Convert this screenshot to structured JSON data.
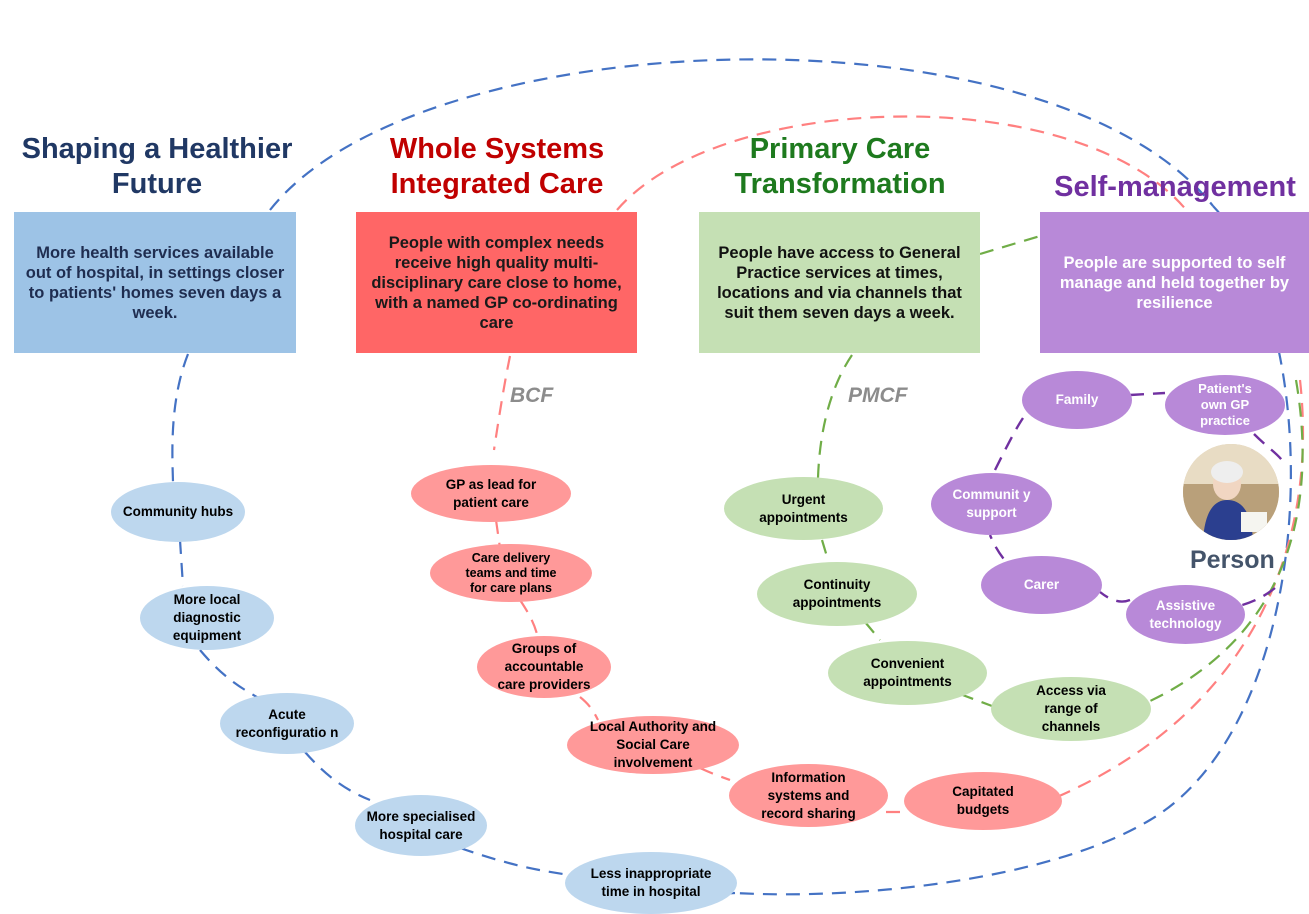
{
  "columns": {
    "healthier": {
      "heading": "Shaping a Healthier Future",
      "box": "More health services available out of hospital, in settings closer to patients' homes seven days a week.",
      "color": "#203864",
      "box_color": "#9dc3e6",
      "items": [
        "Community hubs",
        "More local diagnostic equipment",
        "Acute reconfiguratio n",
        "More specialised hospital care",
        "Less inappropriate time in hospital"
      ]
    },
    "integrated": {
      "heading": "Whole Systems Integrated Care",
      "box": "People with complex needs receive high quality multi-disciplinary care close to home, with a named GP co-ordinating care",
      "tag": "BCF",
      "color": "#c00000",
      "box_color": "#ff6666",
      "items": [
        "GP as lead for patient care",
        "Care delivery teams and time for care plans",
        "Groups of accountable care providers",
        "Local Authority and Social Care involvement",
        "Information systems and record sharing",
        "Capitated budgets"
      ]
    },
    "primary": {
      "heading": "Primary Care Transformation",
      "box": "People have access to General Practice services at times, locations and via channels that suit them seven days a week.",
      "tag": "PMCF",
      "color": "#1e7a1e",
      "box_color": "#c5e0b4",
      "items": [
        "Urgent appointments",
        "Continuity appointments",
        "Convenient appointments",
        "Access via range of channels"
      ]
    },
    "selfmgmt": {
      "heading": "Self-management",
      "box": "People are supported to self manage and held together by resilience",
      "color": "#7030a0",
      "box_color": "#b889d8",
      "items": [
        "Family",
        "Patient's own GP practice",
        "Communit y support",
        "Carer",
        "Assistive technology"
      ],
      "person": "Person"
    }
  }
}
